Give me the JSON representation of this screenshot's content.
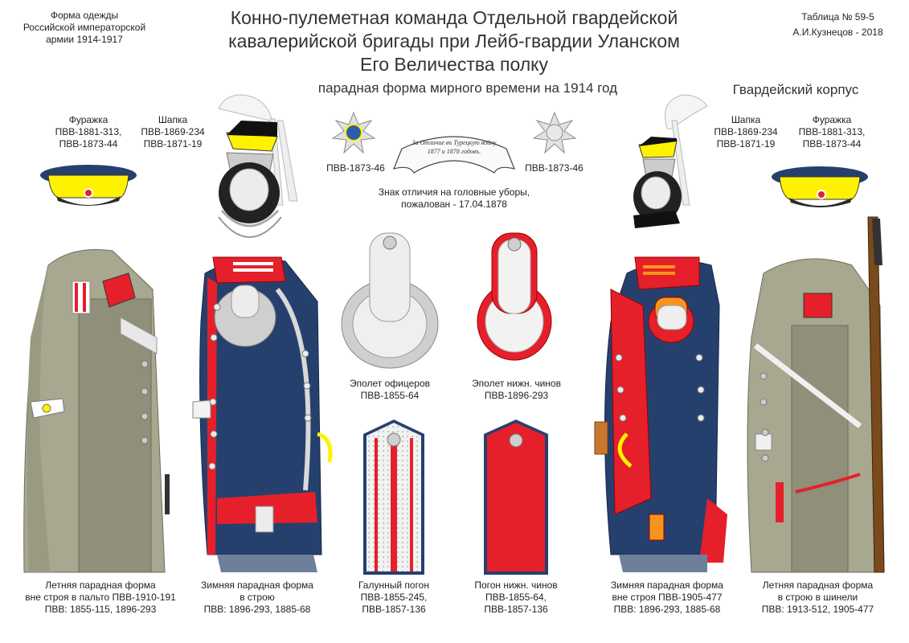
{
  "header": {
    "left": [
      "Форма одежды",
      "Российской императорской",
      "армии  1914-1917"
    ],
    "right": [
      "Таблица № 59-5",
      "А.И.Кузнецов - 2018"
    ],
    "title": [
      "Конно-пулеметная команда Отдельной гвардейской",
      "кавалерийской бригады при Лейб-гвардии Уланском",
      "Его Величества полку"
    ],
    "subtitle": "парадная форма мирного времени на 1914 год",
    "corps": "Гвардейский корпус"
  },
  "headgear": {
    "cap_left": [
      "Фуражка",
      "ПВВ-1881-313,",
      "ПВВ-1873-44"
    ],
    "hat_left": [
      "Шапка",
      "ПВВ-1869-234",
      "ПВВ-1871-19"
    ],
    "hat_right": [
      "Шапка",
      "ПВВ-1869-234",
      "ПВВ-1871-19"
    ],
    "cap_right": [
      "Фуражка",
      "ПВВ-1881-313,",
      "ПВВ-1873-44"
    ]
  },
  "insignia": {
    "star_left": "ПВВ-1873-46",
    "star_right": "ПВВ-1873-46",
    "ribbon": [
      "За Отличие въ Турецкую войну",
      "1877 и 1878 годовъ."
    ],
    "caption": [
      "Знак отличия на головные уборы,",
      "пожалован - 17.04.1878"
    ]
  },
  "epaulettes": {
    "officer": [
      "Эполет офицеров",
      "ПВВ-1855-64"
    ],
    "lower": [
      "Эполет нижн. чинов",
      "ПВВ-1896-293"
    ]
  },
  "shoulder_boards": {
    "galloon": [
      "Галунный погон",
      "ПВВ-1855-245,",
      "ПВВ-1857-136"
    ],
    "lower": [
      "Погон нижн. чинов",
      "ПВВ-1855-64,",
      "ПВВ-1857-136"
    ]
  },
  "figures": {
    "f1": [
      "Летняя парадная форма",
      "вне строя в пальто ПВВ-1910-191",
      "ПВВ: 1855-115, 1896-293"
    ],
    "f2": [
      "Зимняя парадная форма",
      "в строю",
      "ПВВ: 1896-293, 1885-68"
    ],
    "f3": [
      "Зимняя парадная форма",
      "вне строя ПВВ-1905-477",
      "ПВВ: 1896-293, 1885-68"
    ],
    "f4": [
      "Летняя парадная форма",
      "в строю в шинели",
      "ПВВ: 1913-512, 1905-477"
    ]
  },
  "colors": {
    "khaki": "#a8a891",
    "navy": "#26406e",
    "red": "#e5202a",
    "yellow": "#fff200",
    "silver": "#d9d9d9",
    "trousers": "#6e7f9c"
  }
}
